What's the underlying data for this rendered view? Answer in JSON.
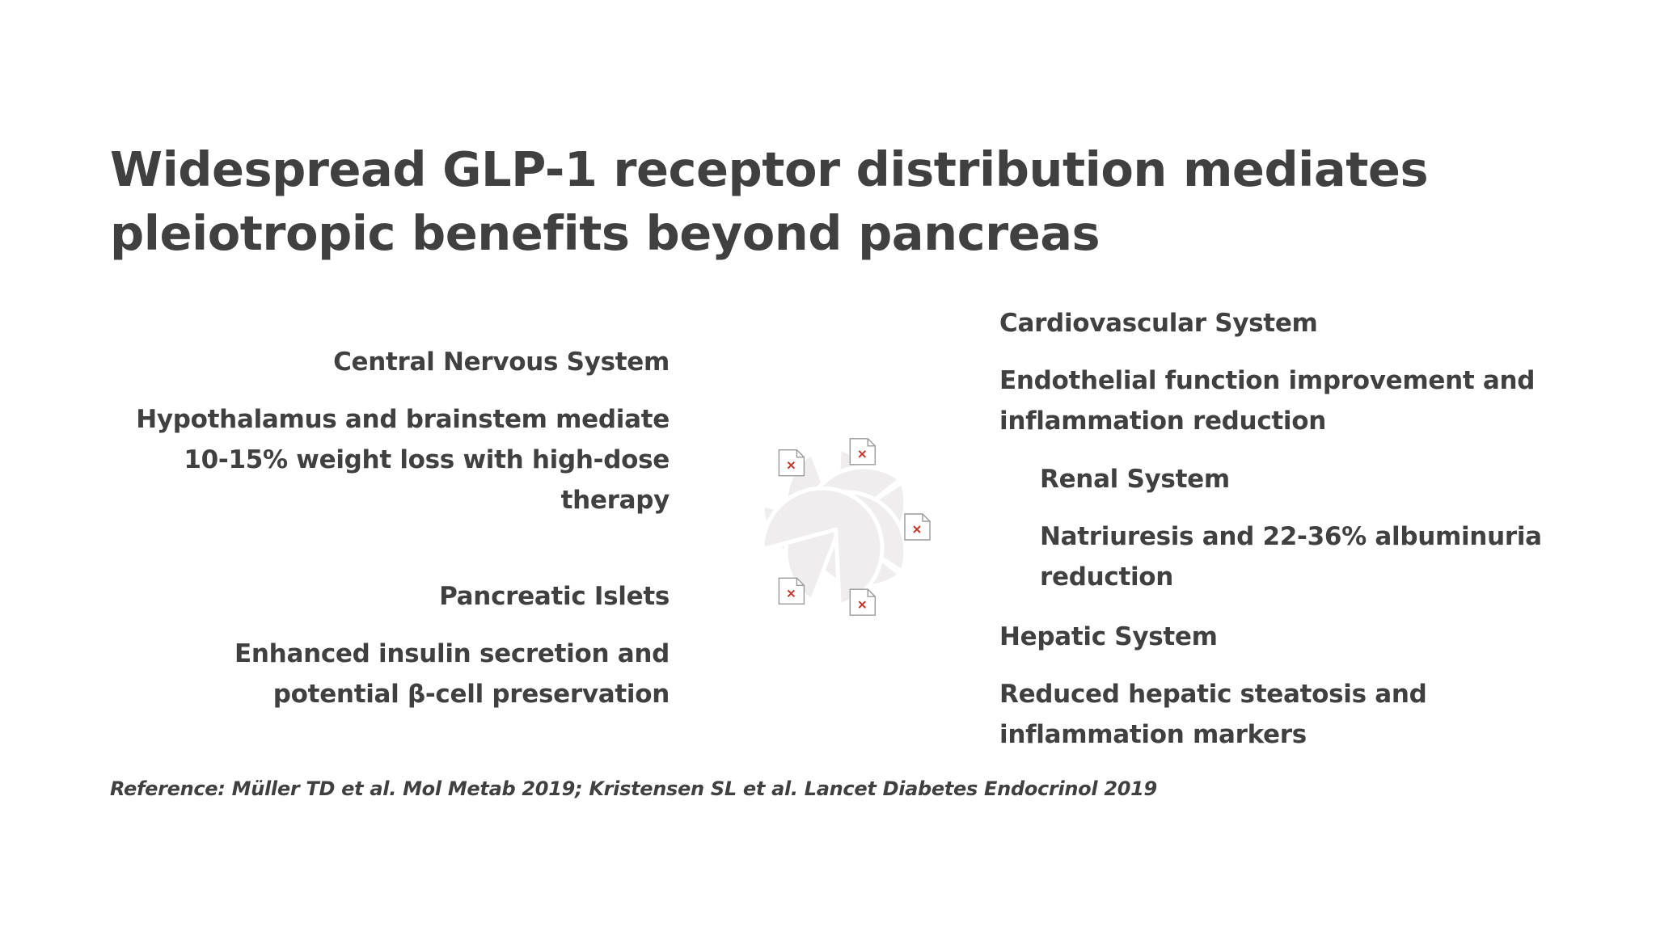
{
  "title": "Widespread GLP-1 receptor distribution mediates pleiotropic benefits beyond pancreas",
  "systems": {
    "cns": {
      "heading": "Central Nervous System",
      "description": "Hypothalamus and brainstem mediate 10-15% weight loss with high-dose therapy"
    },
    "pancreas": {
      "heading": "Pancreatic Islets",
      "description": "Enhanced insulin secretion and potential β-cell preservation"
    },
    "cardio": {
      "heading": "Cardiovascular System",
      "description": "Endothelial function improvement and inflammation reduction"
    },
    "renal": {
      "heading": "Renal System",
      "description": "Natriuresis and 22-36% albuminuria reduction"
    },
    "hepatic": {
      "heading": "Hepatic System",
      "description": "Reduced hepatic steatosis and inflammation markers"
    }
  },
  "diagram": {
    "petal_color": "#efeded",
    "petal_count": 5,
    "petal_icons": [
      "broken-image-icon",
      "broken-image-icon",
      "broken-image-icon",
      "broken-image-icon",
      "broken-image-icon"
    ]
  },
  "reference": "Reference: Müller TD et al. Mol Metab 2019; Kristensen SL et al. Lancet Diabetes Endocrinol 2019"
}
